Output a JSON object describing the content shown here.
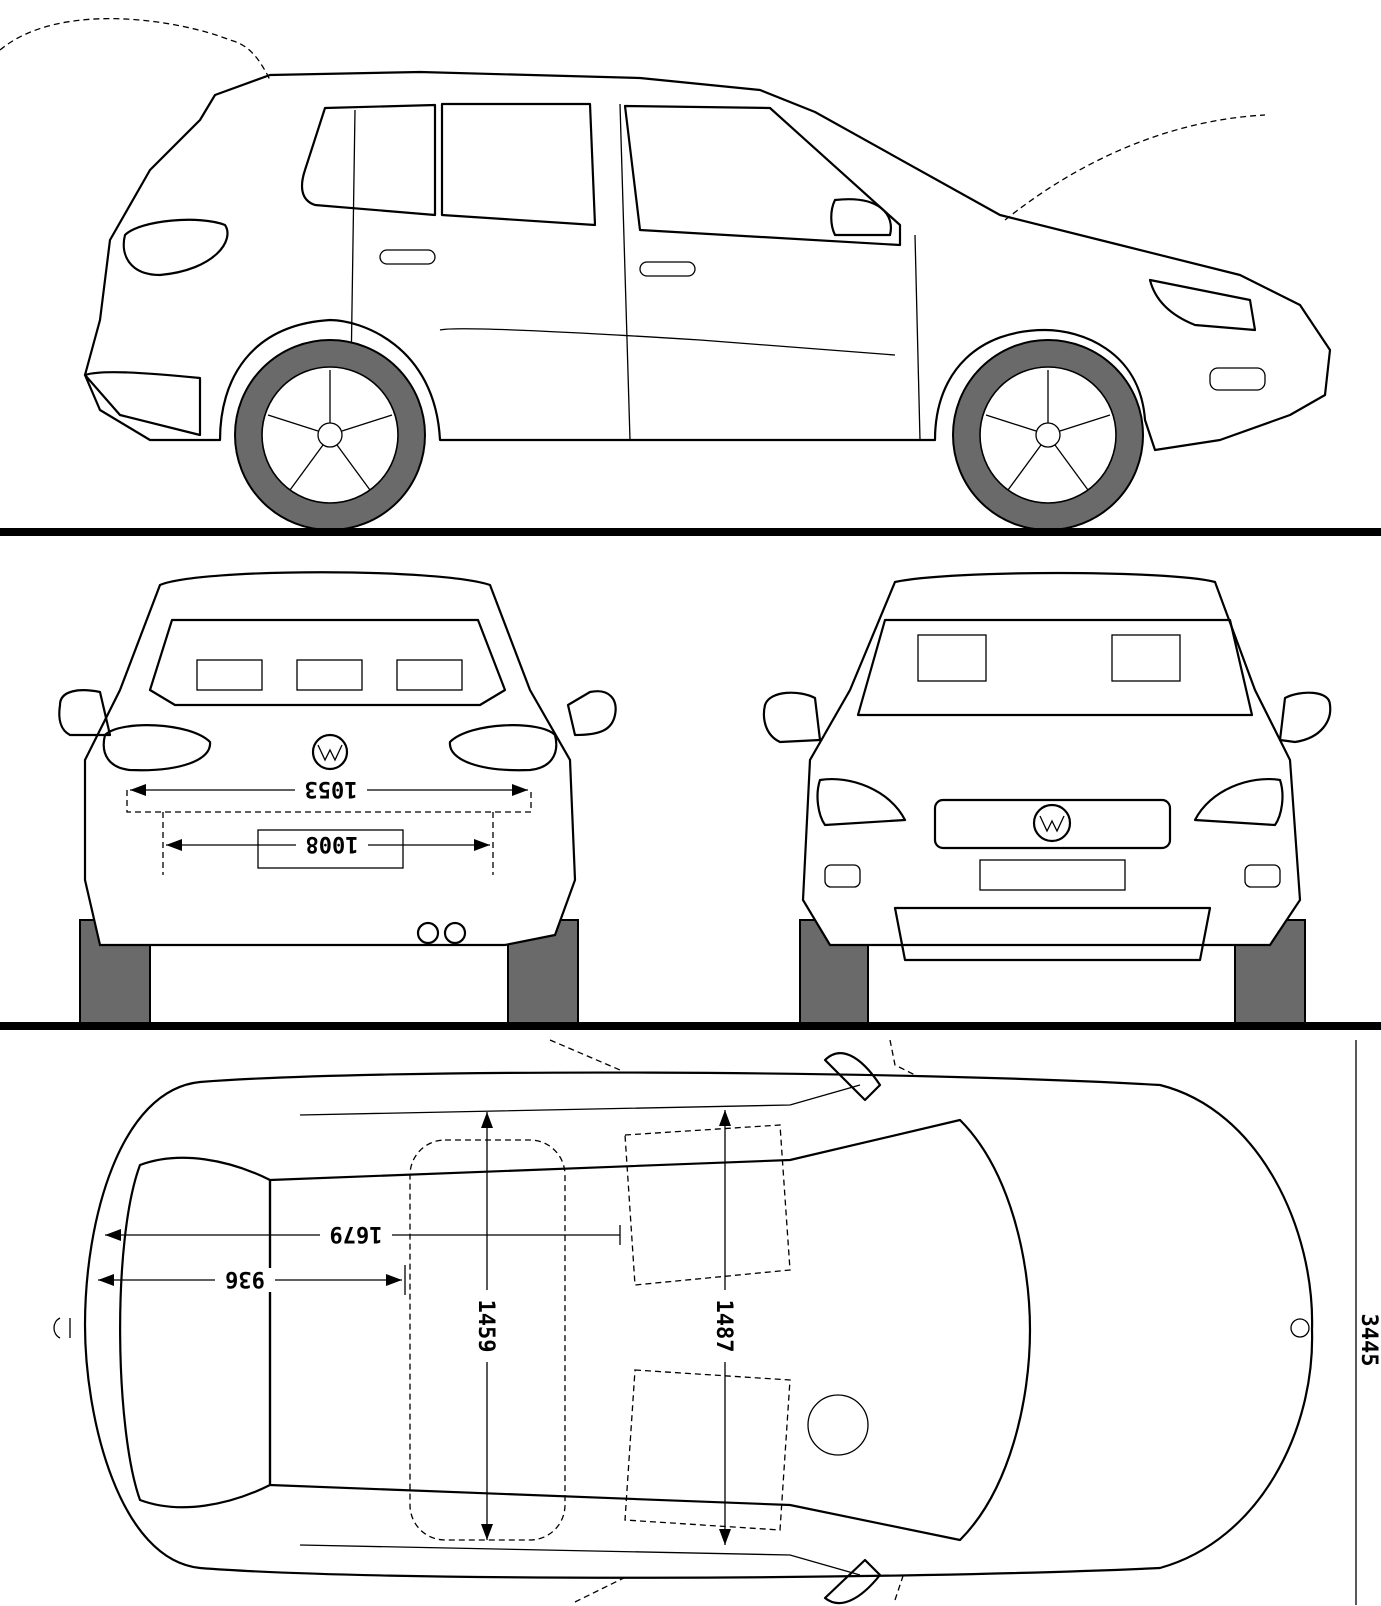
{
  "colors": {
    "line": "#000000",
    "background": "#ffffff",
    "tire": "#6a6a6a"
  },
  "dimensions": {
    "rear_track_width": "1053",
    "rear_opening_width": "1008",
    "cargo_length_full": "1679",
    "cargo_length_short": "936",
    "interior_width_rear": "1459",
    "interior_width_front": "1487",
    "overall_length_partial": "3445"
  }
}
